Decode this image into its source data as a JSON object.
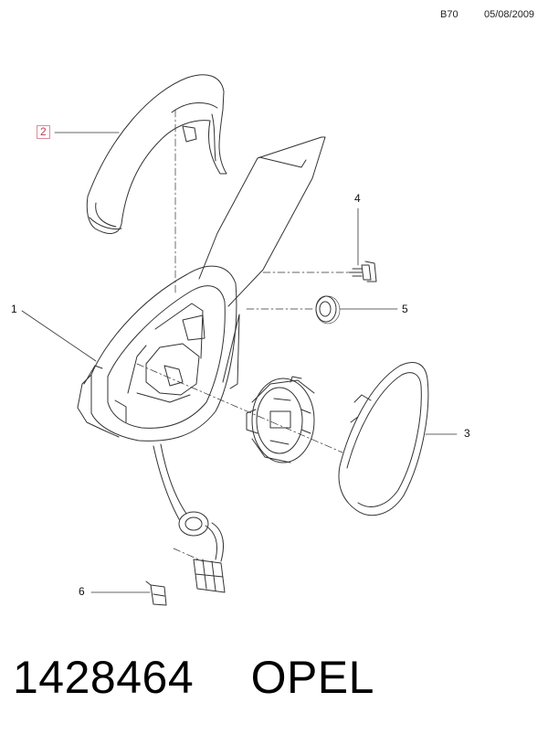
{
  "header": {
    "code": "B70",
    "date": "05/08/2009"
  },
  "callouts": {
    "c1": "1",
    "c2": "2",
    "c3": "3",
    "c4": "4",
    "c5": "5",
    "c6": "6"
  },
  "footer": {
    "part_number": "1428464",
    "brand": "OPEL"
  },
  "colors": {
    "line": "#333333",
    "highlight": "#c0394f"
  }
}
